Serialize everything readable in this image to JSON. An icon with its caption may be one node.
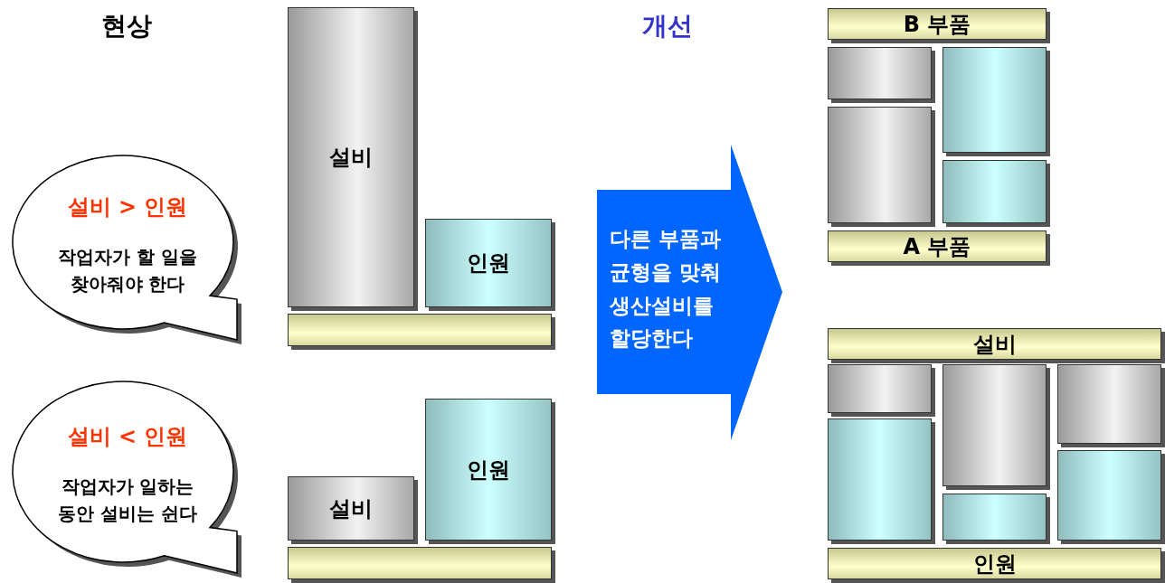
{
  "diagram": {
    "nodes": [
      {
        "text": [
          "설비 > 인원",
          "작업자가 할 일을 찾아줘야 한다"
        ]
      },
      {
        "text": [
          "설비"
        ]
      },
      {
        "text": [
          "인원"
        ]
      },
      {
        "text": [],
        "shape": "bar"
      },
      {
        "text": [
          "설비 < 인원",
          "작업자가 일하는 동안 설비는 쉰다"
        ]
      },
      {
        "text": [
          "인원"
        ]
      },
      {
        "text": [
          "설비"
        ]
      },
      {
        "text": [],
        "shape": "bar"
      },
      {
        "text": [
          "다른 부품과 균형을 맞춰 생산설비를 할당한다"
        ]
      },
      {
        "text": [
          "B 부품"
        ]
      },
      {
        "text": [],
        "shape": "box"
      },
      {
        "text": [],
        "shape": "box"
      },
      {
        "text": [],
        "shape": "box"
      },
      {
        "text": [],
        "shape": "box"
      },
      {
        "text": [
          "A 부품"
        ]
      },
      {
        "text": [
          "설비"
        ]
      },
      {
        "text": [],
        "shape": "box"
      },
      {
        "text": [],
        "shape": "box"
      },
      {
        "text": [],
        "shape": "box"
      },
      {
        "text": [],
        "shape": "box"
      },
      {
        "text": [],
        "shape": "box"
      },
      {
        "text": [],
        "shape": "box"
      },
      {
        "text": [
          "인원"
        ]
      }
    ],
    "edges": [],
    "labels": [
      "현상",
      "개선"
    ]
  }
}
